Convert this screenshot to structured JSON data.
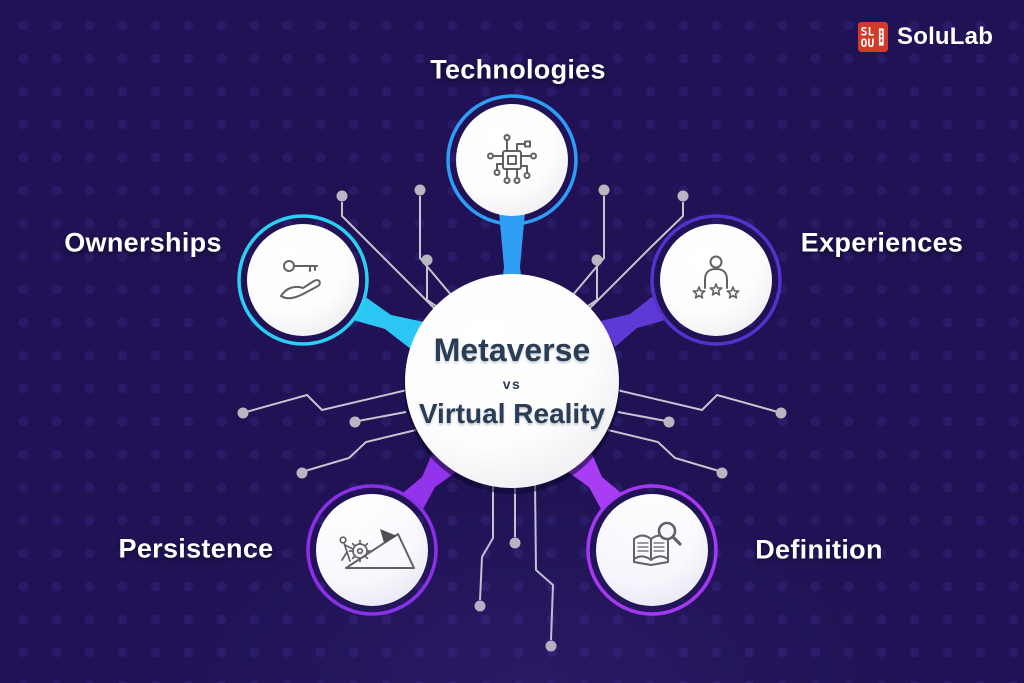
{
  "header": {
    "logo_text": "SoluLab"
  },
  "center": {
    "title": "Metaverse",
    "divider": "vs",
    "subtitle": "Virtual Reality"
  },
  "nodes": [
    {
      "id": "technologies",
      "label": "Technologies",
      "icon": "chip-circuit-icon",
      "ring_color": "#2d9df5",
      "stem_color": "#2e9ff2"
    },
    {
      "id": "ownerships",
      "label": "Ownerships",
      "icon": "key-in-hand-icon",
      "ring_color": "#29d0f2",
      "stem_color": "#2cc6f4"
    },
    {
      "id": "experiences",
      "label": "Experiences",
      "icon": "person-rating-stars-icon",
      "ring_color": "#5432cb",
      "stem_color": "#5d3ad6"
    },
    {
      "id": "persistence",
      "label": "Persistence",
      "icon": "person-gear-mountain-icon",
      "ring_color": "#8c2fe8",
      "stem_color": "#9433ec"
    },
    {
      "id": "definition",
      "label": "Definition",
      "icon": "book-magnifier-icon",
      "ring_color": "#a637f2",
      "stem_color": "#a83df4"
    }
  ],
  "colors": {
    "background": "#201254",
    "dot_pattern": "#2a1b66",
    "trace": "#c7c4ce",
    "trace_dot": "#b9b6c1",
    "icon_stroke": "#616161",
    "icon_fill": "#4f4f4f",
    "lens_fill": "#fbfbfc",
    "center_text": "#2b3c55",
    "label_text": "#ffffff",
    "logo_mark": "#d23b29"
  }
}
